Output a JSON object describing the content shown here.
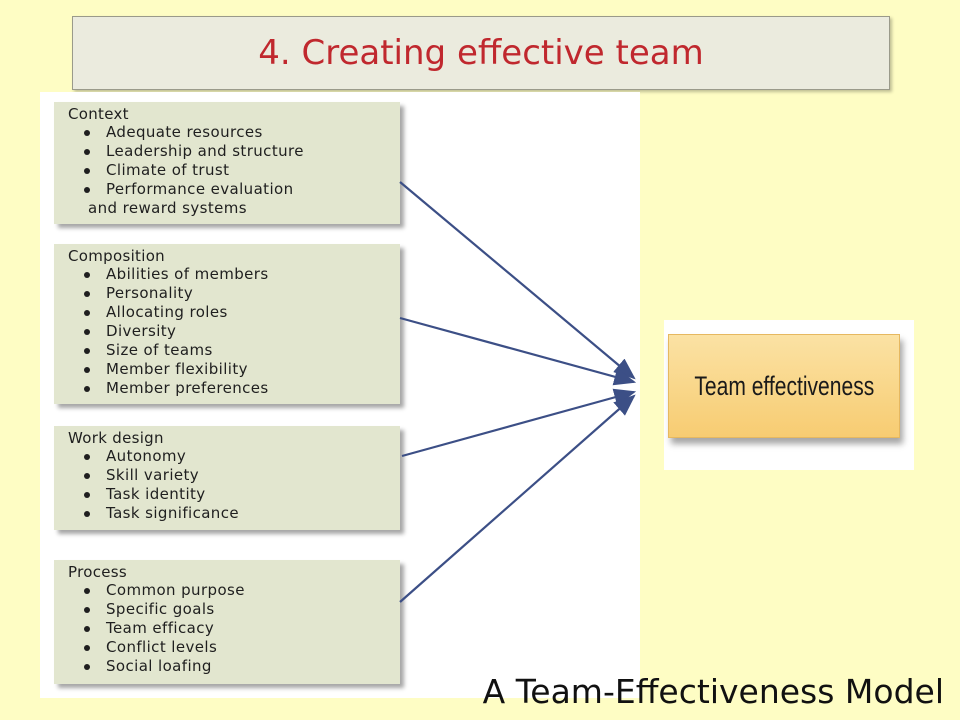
{
  "title": "4. Creating effective team",
  "factors": [
    {
      "heading": "Context",
      "items": [
        "Adequate resources",
        "Leadership and structure",
        "Climate of trust",
        "Performance evaluation"
      ],
      "continuation": "and reward systems"
    },
    {
      "heading": "Composition",
      "items": [
        "Abilities of members",
        "Personality",
        "Allocating roles",
        "Diversity",
        "Size of teams",
        "Member flexibility",
        "Member preferences"
      ]
    },
    {
      "heading": "Work design",
      "items": [
        "Autonomy",
        "Skill variety",
        "Task identity",
        "Task significance"
      ]
    },
    {
      "heading": "Process",
      "items": [
        "Common purpose",
        "Specific goals",
        "Team efficacy",
        "Conflict levels",
        "Social loafing"
      ]
    }
  ],
  "outcome": "Team effectiveness",
  "caption": "A Team-Effectiveness Model",
  "colors": {
    "background": "#fefdc4",
    "title_text": "#c0282e",
    "factor_box": "#e2e6cf",
    "outcome_box": "#f7cc72",
    "arrow": "#3c4f86"
  }
}
